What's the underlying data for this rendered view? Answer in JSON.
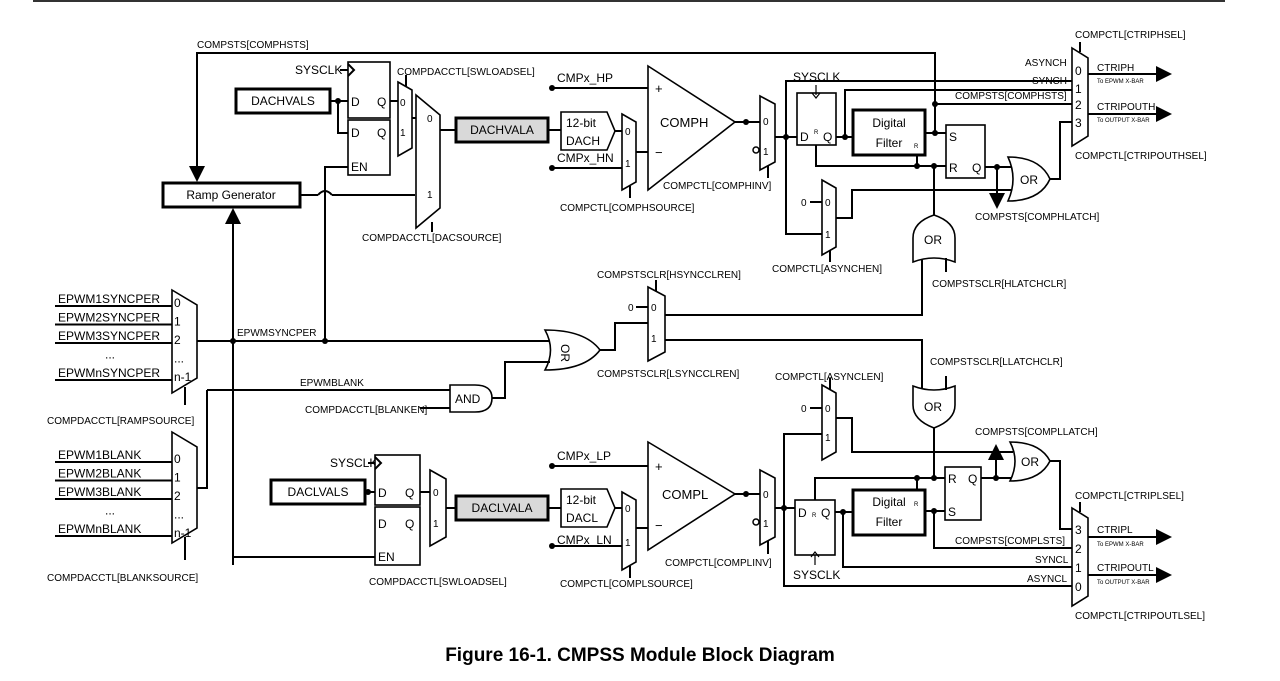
{
  "caption": "Figure 16-1. CMPSS Module Block Diagram",
  "top": {
    "comphsts_feedback": "COMPSTS[COMPHSTS]",
    "sysclk1": "SYSCLK",
    "dachvals": "DACHVALS",
    "swloadsel": "COMPDACCTL[SWLOADSEL]",
    "dacsource": "COMPDACCTL[DACSOURCE]",
    "ramp_generator": "Ramp Generator",
    "dachvala": "DACHVALA",
    "dac_line1": "12-bit",
    "dac_line2": "DACH",
    "cmpx_hp": "CMPx_HP",
    "cmpx_hn": "CMPx_HN",
    "comphsource": "COMPCTL[COMPHSOURCE]",
    "comph": "COMPH",
    "comphinv": "COMPCTL[COMPHINV]",
    "sysclk2": "SYSCLK",
    "filter1": "Digital",
    "filter2": "Filter",
    "asynchen": "COMPCTL[ASYNCHEN]",
    "hlatchclr": "COMPSTSCLR[HLATCHCLR]",
    "comphlatch": "COMPSTS[COMPHLATCH]",
    "asynch": "ASYNCH",
    "synch": "SYNCH",
    "comphsts": "COMPSTS[COMPHSTS]",
    "ctriphsel": "COMPCTL[CTRIPHSEL]",
    "ctripouthsel": "COMPCTL[CTRIPOUTHSEL]",
    "ctriph": "CTRIPH",
    "ctriph_dest": "To EPWM X-BAR",
    "ctripouth": "CTRIPOUTH",
    "ctripouth_dest": "To OUTPUT X-BAR"
  },
  "middle": {
    "syncper_inputs": [
      "EPWM1SYNCPER",
      "EPWM2SYNCPER",
      "EPWM3SYNCPER",
      "...",
      "EPWMnSYNCPER"
    ],
    "mux_indices": [
      "0",
      "1",
      "2",
      "...",
      "n-1"
    ],
    "rampsource": "COMPDACCTL[RAMPSOURCE]",
    "epwmsyncper": "EPWMSYNCPER",
    "epwmblank": "EPWMBLANK",
    "blanken": "COMPDACCTL[BLANKEN]",
    "hsyncclren": "COMPSTSCLR[HSYNCCLREN]",
    "lsyncclren": "COMPSTSCLR[LSYNCCLREN]",
    "blank_inputs": [
      "EPWM1BLANK",
      "EPWM2BLANK",
      "EPWM3BLANK",
      "...",
      "EPWMnBLANK"
    ],
    "blanksource": "COMPDACCTL[BLANKSOURCE]",
    "or": "OR",
    "and": "AND"
  },
  "bottom": {
    "sysclk1": "SYSCLK",
    "daclvals": "DACLVALS",
    "swloadsel": "COMPDACCTL[SWLOADSEL]",
    "daclvala": "DACLVALA",
    "dac_line1": "12-bit",
    "dac_line2": "DACL",
    "cmpx_lp": "CMPx_LP",
    "cmpx_ln": "CMPx_LN",
    "complsource": "COMPCTL[COMPLSOURCE]",
    "compl": "COMPL",
    "complinv": "COMPCTL[COMPLINV]",
    "sysclk2": "SYSCLK",
    "filter1": "Digital",
    "filter2": "Filter",
    "asynclen": "COMPCTL[ASYNCLEN]",
    "llatchclr": "COMPSTSCLR[LLATCHCLR]",
    "compllatch": "COMPSTS[COMPLLATCH]",
    "complsts": "COMPSTS[COMPLSTS]",
    "syncl": "SYNCL",
    "asyncl": "ASYNCL",
    "ctriplsel": "COMPCTL[CTRIPLSEL]",
    "ctripoutlsel": "COMPCTL[CTRIPOUTLSEL]",
    "ctripl": "CTRIPL",
    "ctripl_dest": "To EPWM X-BAR",
    "ctripoutl": "CTRIPOUTL",
    "ctripoutl_dest": "To OUTPUT X-BAR"
  },
  "pins": {
    "d": "D",
    "q": "Q",
    "en": "EN",
    "s": "S",
    "r": "R",
    "zero": "0",
    "one": "1",
    "two": "2",
    "three": "3",
    "plus": "+",
    "minus": "−"
  }
}
